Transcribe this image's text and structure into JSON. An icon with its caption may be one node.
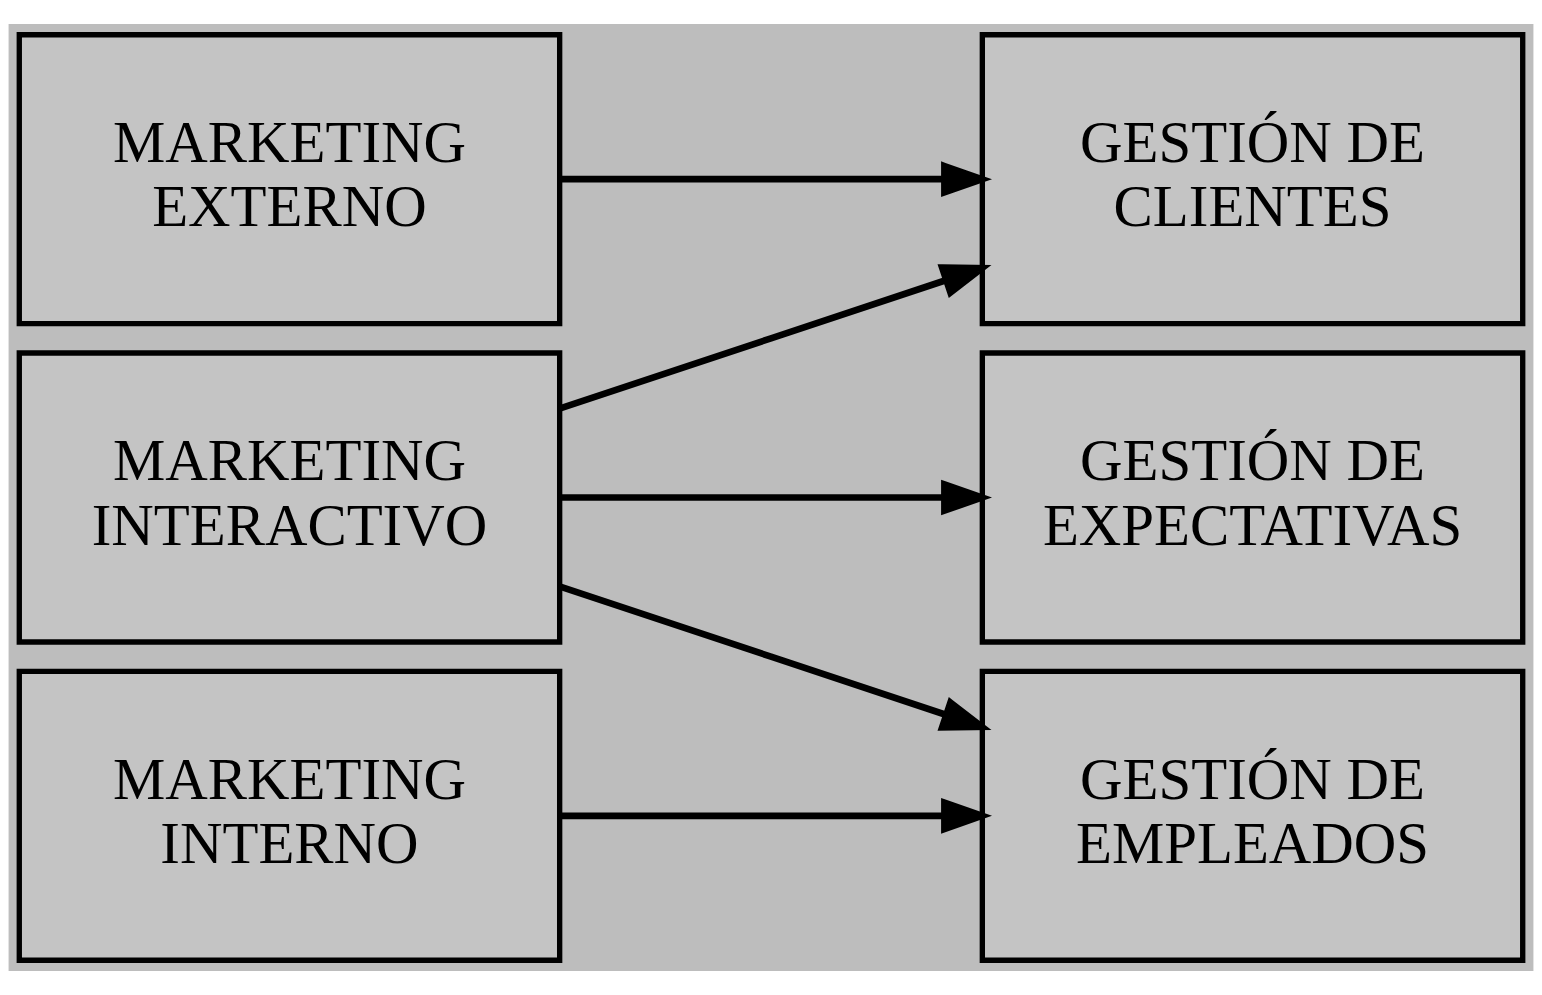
{
  "diagram": {
    "nodes": [
      {
        "text": [
          "MARKETING EXTERNO"
        ]
      },
      {
        "text": [
          "MARKETING INTERNO"
        ]
      },
      {
        "text": [
          "MARKETING INTERACTIVO"
        ]
      },
      {
        "text": [
          "GESTIÓN DE CLIENTES"
        ]
      },
      {
        "text": [
          "GESTIÓN DE EMPLEADOS"
        ]
      },
      {
        "text": [
          "GESTIÓN DE EXPECTATIVAS"
        ]
      }
    ],
    "edges": [
      {
        "from": 0,
        "to": 3,
        "arrow": "to"
      },
      {
        "from": 1,
        "to": 4,
        "arrow": "to"
      },
      {
        "from": 2,
        "to": 3,
        "arrow": "to"
      },
      {
        "from": 2,
        "to": 4,
        "arrow": "to"
      },
      {
        "from": 2,
        "to": 5,
        "arrow": "to"
      }
    ]
  }
}
